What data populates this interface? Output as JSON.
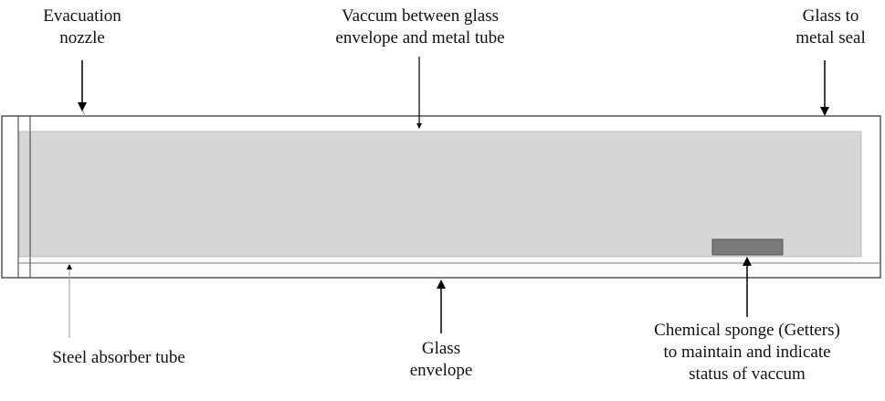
{
  "labels": {
    "evacuation_nozzle": [
      "Evacuation",
      "nozzle"
    ],
    "vacuum": [
      "Vaccum between glass",
      "envelope and metal tube"
    ],
    "glass_to_metal_seal": [
      "Glass to",
      "metal seal"
    ],
    "steel_absorber_tube": [
      "Steel absorber tube"
    ],
    "glass_envelope": [
      "Glass",
      "envelope"
    ],
    "chemical_sponge": [
      "Chemical sponge (Getters)",
      "to maintain and indicate",
      "status of vaccum"
    ]
  },
  "colors": {
    "outline": "#555555",
    "absorber_fill": "#d6d6d6",
    "getter_fill": "#7a7a7a",
    "arrow": "#000000",
    "text": "#111111"
  }
}
